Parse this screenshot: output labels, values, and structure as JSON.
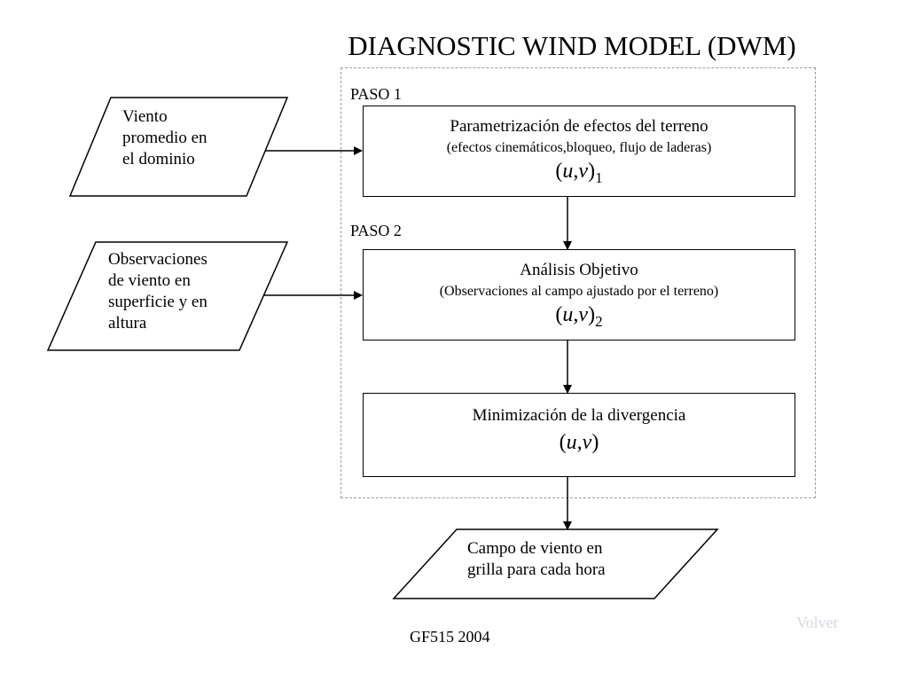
{
  "title": "DIAGNOSTIC WIND MODEL (DWM)",
  "steps": [
    {
      "label": "PASO 1"
    },
    {
      "label": "PASO 2"
    }
  ],
  "boxes": {
    "terrain": {
      "line1": "Parametrización de efectos del terreno",
      "line2": "(efectos cinemáticos,bloqueo, flujo de laderas)",
      "formula": {
        "open": "(",
        "u": "u",
        "comma": ",",
        "v": "v",
        "close": ")",
        "sub": "1"
      }
    },
    "analysis": {
      "line1": "Análisis Objetivo",
      "line2": "(Observaciones al campo ajustado por el terreno)",
      "formula": {
        "open": "(",
        "u": "u",
        "comma": ",",
        "v": "v",
        "close": ")",
        "sub": "2"
      }
    },
    "divergence": {
      "line1": "Minimización de la divergencia",
      "formula": {
        "open": "(",
        "u": "u",
        "comma": ",",
        "v": "v",
        "close": ")"
      }
    }
  },
  "inputs": {
    "mean_wind": "Viento\npromedio en\nel dominio",
    "observations": "Observaciones\nde viento en\nsuperficie y en\naltura"
  },
  "output": "Campo de viento en\ngrilla para cada hora",
  "footer": "GF515 2004",
  "back_link": "Volver",
  "colors": {
    "line": "#000000",
    "frame": "#9a9a9a",
    "link": "#d5d5e8"
  }
}
